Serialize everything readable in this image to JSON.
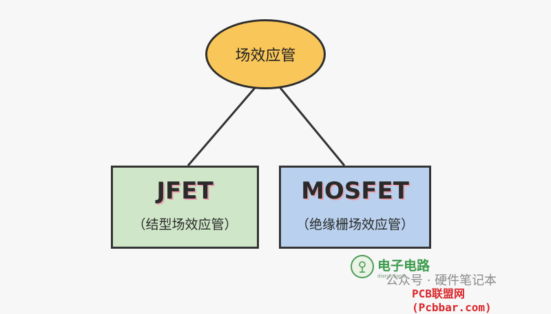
{
  "root_node": {
    "label": "场效应管"
  },
  "children": [
    {
      "title": "JFET",
      "subtitle": "（结型场效应管）"
    },
    {
      "title": "MOSFET",
      "subtitle": "（绝缘栅场效应管）"
    }
  ],
  "watermark": {
    "brand": "电子电路",
    "tagline": "dianzidianlu",
    "account": "公众号 · 硬件笔记本",
    "footer": "PCB联盟网 (Pcbbar.com)"
  },
  "colors": {
    "root_fill": "#f9c65a",
    "jfet_fill": "#cfe6c8",
    "mosfet_fill": "#b9d1ee",
    "footer_red": "#d9262b"
  }
}
